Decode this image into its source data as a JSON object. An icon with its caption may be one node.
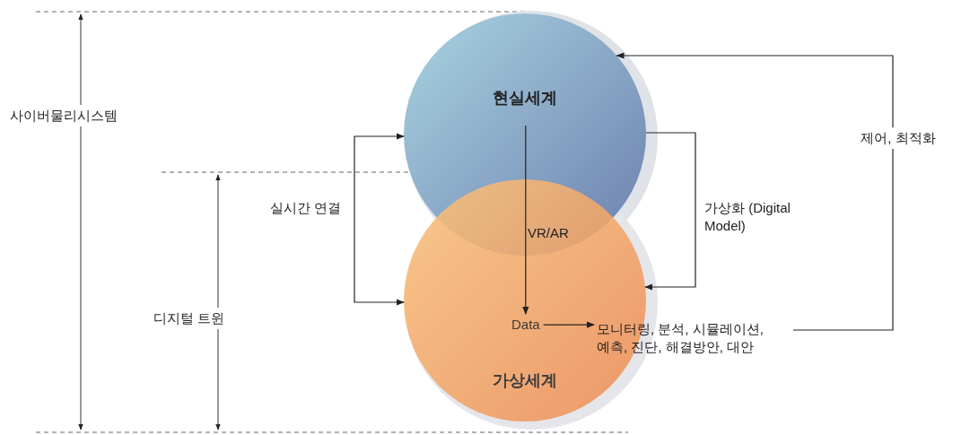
{
  "diagram": {
    "nodes": [
      {
        "text": [
          "현실세계"
        ]
      },
      {
        "text": [
          "가상세계"
        ]
      },
      {
        "text": [
          "Data"
        ],
        "in": 1
      },
      {
        "text": [
          "모니터링, 분석, 시뮬레이션, 예측, 진단, 해결방안, 대안"
        ]
      }
    ],
    "edges": [
      {
        "from": 0,
        "to": 1,
        "arrow": "both",
        "label": "실시간 연결"
      },
      {
        "from": 0,
        "to": 1,
        "arrow": "to",
        "label": "가상화 (Digital Model)"
      },
      {
        "from": 3,
        "to": 0,
        "arrow": "to",
        "label": "제어, 최적화"
      },
      {
        "from": 0,
        "to": 2,
        "arrow": "to",
        "label": "VR/AR"
      },
      {
        "from": 2,
        "to": 3,
        "arrow": "to"
      }
    ],
    "labels": [
      "사이버물리시스템",
      "디지털 트윈"
    ]
  }
}
